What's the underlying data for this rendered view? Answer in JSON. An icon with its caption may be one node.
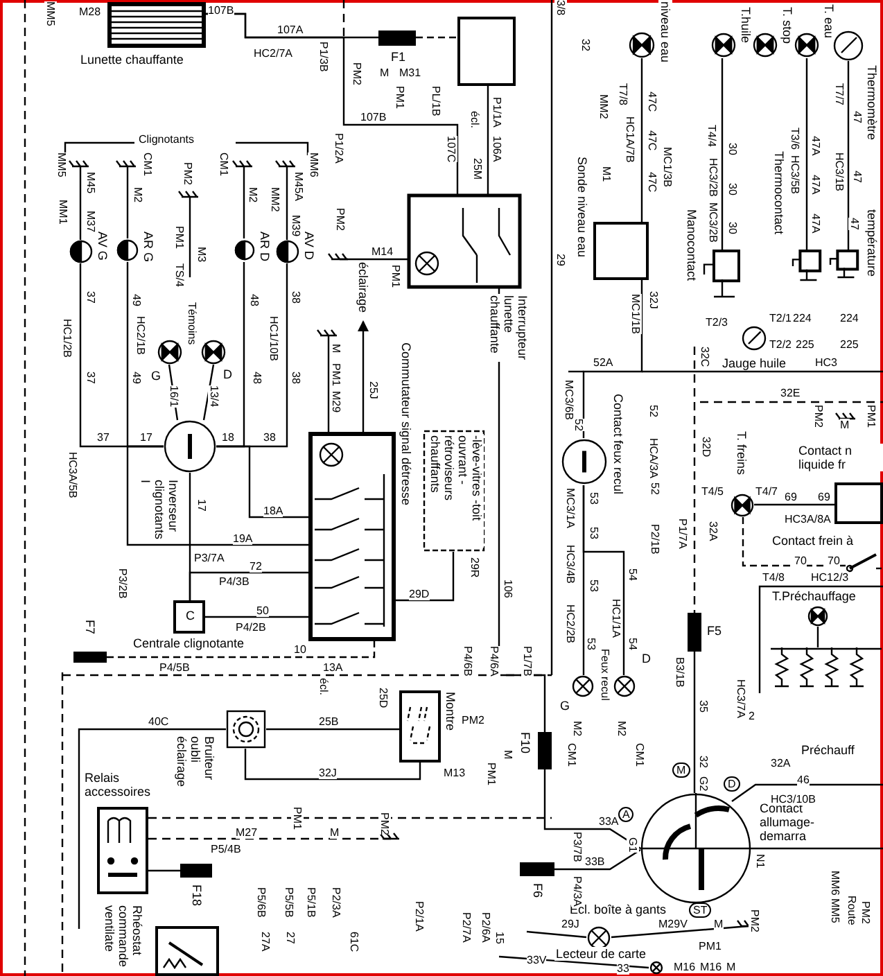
{
  "diagram": {
    "nodes": [
      {
        "text": [
          "Lunette chauffante"
        ]
      },
      {
        "text": [
          "F1"
        ]
      },
      {
        "text": [],
        "shape": "box"
      },
      {
        "text": [
          "Interrupteur lunette chauffante"
        ]
      },
      {
        "text": [
          "Commutateur signal détresse"
        ]
      },
      {
        "text": [
          "-lève-vitres -toit ouvrant -rétroviseurs chauffants"
        ]
      },
      {
        "text": [
          "Inverseur clignotants I"
        ]
      },
      {
        "text": [
          "C",
          "Centrale clignotante"
        ]
      },
      {
        "text": [
          "G"
        ]
      },
      {
        "text": [
          "D"
        ]
      },
      {
        "text": [
          "AV G"
        ]
      },
      {
        "text": [
          "AR G"
        ]
      },
      {
        "text": [
          "AR D"
        ]
      },
      {
        "text": [
          "AV D"
        ]
      },
      {
        "text": [
          "niveau eau"
        ]
      },
      {
        "text": [
          "T.huile"
        ]
      },
      {
        "text": [
          "T. stop"
        ]
      },
      {
        "text": [
          "T. eau"
        ]
      },
      {
        "text": [
          "Thermomètre"
        ]
      },
      {
        "text": [
          "Sonde niveau eau"
        ]
      },
      {
        "text": [
          "Manocontact"
        ]
      },
      {
        "text": [
          "Thermocontact"
        ]
      },
      {
        "text": [
          "température"
        ]
      },
      {
        "text": [
          "Jauge huile"
        ]
      },
      {
        "text": [
          "Contact feux recul"
        ]
      },
      {
        "text": [
          "T. freins"
        ]
      },
      {
        "text": [
          "Contact n liquide fr"
        ]
      },
      {
        "text": [
          "Contact frein à"
        ]
      },
      {
        "text": [
          "T.Préchauffage"
        ]
      },
      {
        "text": [
          "Préchauff"
        ]
      },
      {
        "text": [
          "F5"
        ]
      },
      {
        "text": [
          "F7"
        ]
      },
      {
        "text": [
          "F10"
        ]
      },
      {
        "text": [
          "F6"
        ]
      },
      {
        "text": [
          "F18"
        ]
      },
      {
        "text": [
          "Montre"
        ]
      },
      {
        "text": [
          "Bruiteur oubli éclairage"
        ]
      },
      {
        "text": [
          "Relais accessoires"
        ]
      },
      {
        "text": [
          "Contact allumage-demarra"
        ]
      },
      {
        "text": [
          "Rhéostat commande ventilate"
        ]
      },
      {
        "text": [
          "Écl. boîte à gants"
        ]
      },
      {
        "text": [
          "Lecteur de carte"
        ]
      },
      {
        "text": [
          "G"
        ]
      },
      {
        "text": [
          "D"
        ]
      },
      {
        "text": [
          "éclairage"
        ]
      }
    ],
    "edges": [
      {
        "from": 0,
        "to": 1,
        "arrow": "none"
      },
      {
        "from": 1,
        "to": 2,
        "arrow": "none",
        "style": "dashed"
      },
      {
        "from": 2,
        "to": 3,
        "arrow": "none"
      },
      {
        "from": 4,
        "to": 44,
        "arrow": "to"
      },
      {
        "from": 10,
        "to": 6,
        "arrow": "none"
      },
      {
        "from": 11,
        "to": 6,
        "arrow": "none"
      },
      {
        "from": 12,
        "to": 6,
        "arrow": "none"
      },
      {
        "from": 13,
        "to": 6,
        "arrow": "none"
      },
      {
        "from": 8,
        "to": 6,
        "arrow": "none"
      },
      {
        "from": 9,
        "to": 6,
        "arrow": "none"
      },
      {
        "from": 6,
        "to": 4,
        "arrow": "none"
      },
      {
        "from": 6,
        "to": 7,
        "arrow": "none"
      },
      {
        "from": 7,
        "to": 4,
        "arrow": "none"
      },
      {
        "from": 4,
        "to": 5,
        "arrow": "none"
      },
      {
        "from": 19,
        "to": 14,
        "arrow": "none"
      },
      {
        "from": 20,
        "to": 15,
        "arrow": "none"
      },
      {
        "from": 21,
        "to": 17,
        "arrow": "none"
      },
      {
        "from": 22,
        "to": 18,
        "arrow": "none"
      },
      {
        "from": 24,
        "to": 42,
        "arrow": "none"
      },
      {
        "from": 24,
        "to": 43,
        "arrow": "none"
      },
      {
        "from": 25,
        "to": 26,
        "arrow": "none"
      },
      {
        "from": 25,
        "to": 27,
        "arrow": "none",
        "style": "dashed"
      },
      {
        "from": 30,
        "to": 38,
        "arrow": "none"
      },
      {
        "from": 32,
        "to": 38,
        "arrow": "none"
      },
      {
        "from": 33,
        "to": 38,
        "arrow": "none"
      },
      {
        "from": 37,
        "to": 34,
        "arrow": "none"
      },
      {
        "from": 36,
        "to": 35,
        "arrow": "none"
      },
      {
        "from": 36,
        "to": 35,
        "arrow": "none"
      },
      {
        "from": 31,
        "to": 4,
        "arrow": "none",
        "style": "dashed"
      },
      {
        "from": 0,
        "to": 3,
        "arrow": "none"
      },
      {
        "from": 6,
        "to": 4,
        "arrow": "none"
      },
      {
        "from": 7,
        "to": 4,
        "arrow": "none"
      },
      {
        "from": 3,
        "to": 32,
        "arrow": "none"
      },
      {
        "from": 19,
        "to": 24,
        "arrow": "none"
      },
      {
        "from": 28,
        "to": 29,
        "arrow": "none"
      }
    ],
    "labels": [
      "MM5",
      "M28",
      "107B",
      "HC2/7A",
      "107A",
      "P1/3B",
      "PM2",
      "M",
      "M31",
      "PM1",
      "PL/1B",
      "107B",
      "P1/2A",
      "Clignotants",
      "MM5",
      "M45",
      "MM1",
      "M37",
      "CM1",
      "M2",
      "PM2",
      "PM1",
      "M3",
      "TS/4",
      "CM1",
      "M2",
      "MM6",
      "M45A",
      "MM2",
      "M39",
      "PM2",
      "M14",
      "PM1",
      "37",
      "49",
      "48",
      "38",
      "HC1/2B",
      "HC2/1B",
      "Témoins",
      "HC1/10B",
      "37",
      "49",
      "48",
      "38",
      "37",
      "HC3A/5B",
      "17",
      "16/1",
      "13/4",
      "18",
      "38",
      "17",
      "18A",
      "19A",
      "P3/7A",
      "72",
      "P4/3B",
      "P3/2B",
      "50",
      "P4/2B",
      "M",
      "PM1",
      "M29",
      "25J",
      "29D",
      "29R",
      "106",
      "10",
      "P4/5B",
      "13A",
      "écl.",
      "25D",
      "40C",
      "25B",
      "32J",
      "M27",
      "P5/4B",
      "PM1",
      "M",
      "PM2",
      "P5/6B",
      "27A",
      "P5/5B",
      "27",
      "P5/1B",
      "P2/3A",
      "61C",
      "P2/1A",
      "3/8",
      "32",
      "29",
      "P1/1A",
      "106A",
      "écl.",
      "25M",
      "107C",
      "MM2",
      "M1",
      "T7/8",
      "HC1A/7B",
      "47C",
      "47C",
      "47C",
      "MC1/3B",
      "32J",
      "MC1/1B",
      "T4/4",
      "30",
      "HC3/2B",
      "30",
      "MC3/2B",
      "30",
      "T3/6",
      "47A",
      "HC3/5B",
      "47A",
      "47A",
      "T7/7",
      "47",
      "HC3/1B",
      "47",
      "47",
      "T2/3",
      "T2/1",
      "224",
      "224",
      "T2/2",
      "225",
      "225",
      "HC3",
      "32C",
      "52A",
      "MC3/6B",
      "52",
      "52",
      "HCA/3A",
      "52",
      "P2/1B",
      "32E",
      "32D",
      "PM2",
      "M",
      "PM1",
      "T4/5",
      "T4/7",
      "69",
      "69",
      "HC3A/8A",
      "32A",
      "P1/7A",
      "70",
      "70",
      "T4/8",
      "HC12/3",
      "53",
      "MC3/1A",
      "53",
      "HC3/4B",
      "53",
      "HC2/2B",
      "54",
      "HC1/1A",
      "53",
      "54",
      "P4/6B",
      "P4/6A",
      "P1/7B",
      "B3/1B",
      "35",
      "HC3/7A",
      "2",
      "32A",
      "32",
      "G2",
      "46",
      "HC3/10B",
      "M13",
      "PM1",
      "M",
      "PM2",
      "M2",
      "M2",
      "CM1",
      "CM1",
      "33A",
      "33B",
      "P3/7B",
      "P4/3A",
      "G1",
      "N1",
      "A",
      "M",
      "D",
      "ST",
      "29J",
      "M29V",
      "M",
      "PM1",
      "PM2",
      "33V",
      "33",
      "M16",
      "M16",
      "M",
      "15",
      "P2/7A",
      "P2/6A",
      "MM6 MM5",
      "Route",
      "PM2",
      "Feux recul"
    ]
  }
}
